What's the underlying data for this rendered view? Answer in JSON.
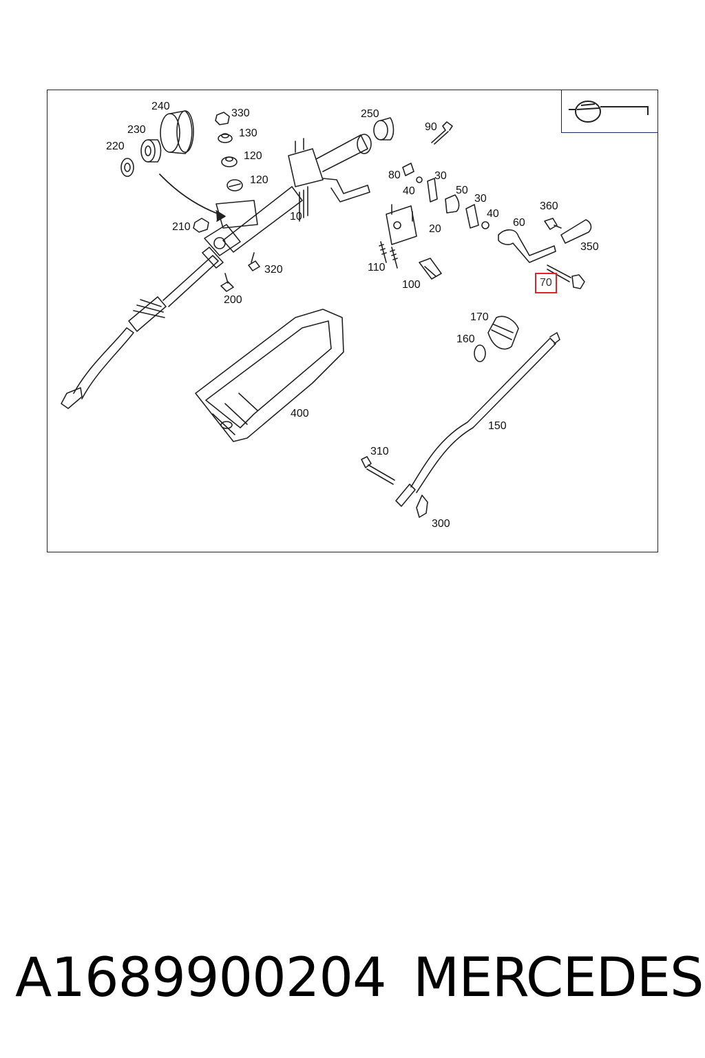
{
  "diagram": {
    "callouts": {
      "c240": "240",
      "c330": "330",
      "c230": "230",
      "c130": "130",
      "c220": "220",
      "c120a": "120",
      "c120b": "120",
      "c250": "250",
      "c90": "90",
      "c80": "80",
      "c30a": "30",
      "c40a": "40",
      "c50": "50",
      "c30b": "30",
      "c40b": "40",
      "c360": "360",
      "c60": "60",
      "c350": "350",
      "c10": "10",
      "c210": "210",
      "c20": "20",
      "c110": "110",
      "c100": "100",
      "c320": "320",
      "c200": "200",
      "c70": "70",
      "c170": "170",
      "c160": "160",
      "c400": "400",
      "c150": "150",
      "c310": "310",
      "c300": "300"
    },
    "highlighted_callout": "70",
    "highlight_color": "#e0222a",
    "logo_icon": "steering-wheel-logo-icon"
  },
  "footer": {
    "part_number": "A1689900204",
    "brand": "MERCEDES"
  }
}
